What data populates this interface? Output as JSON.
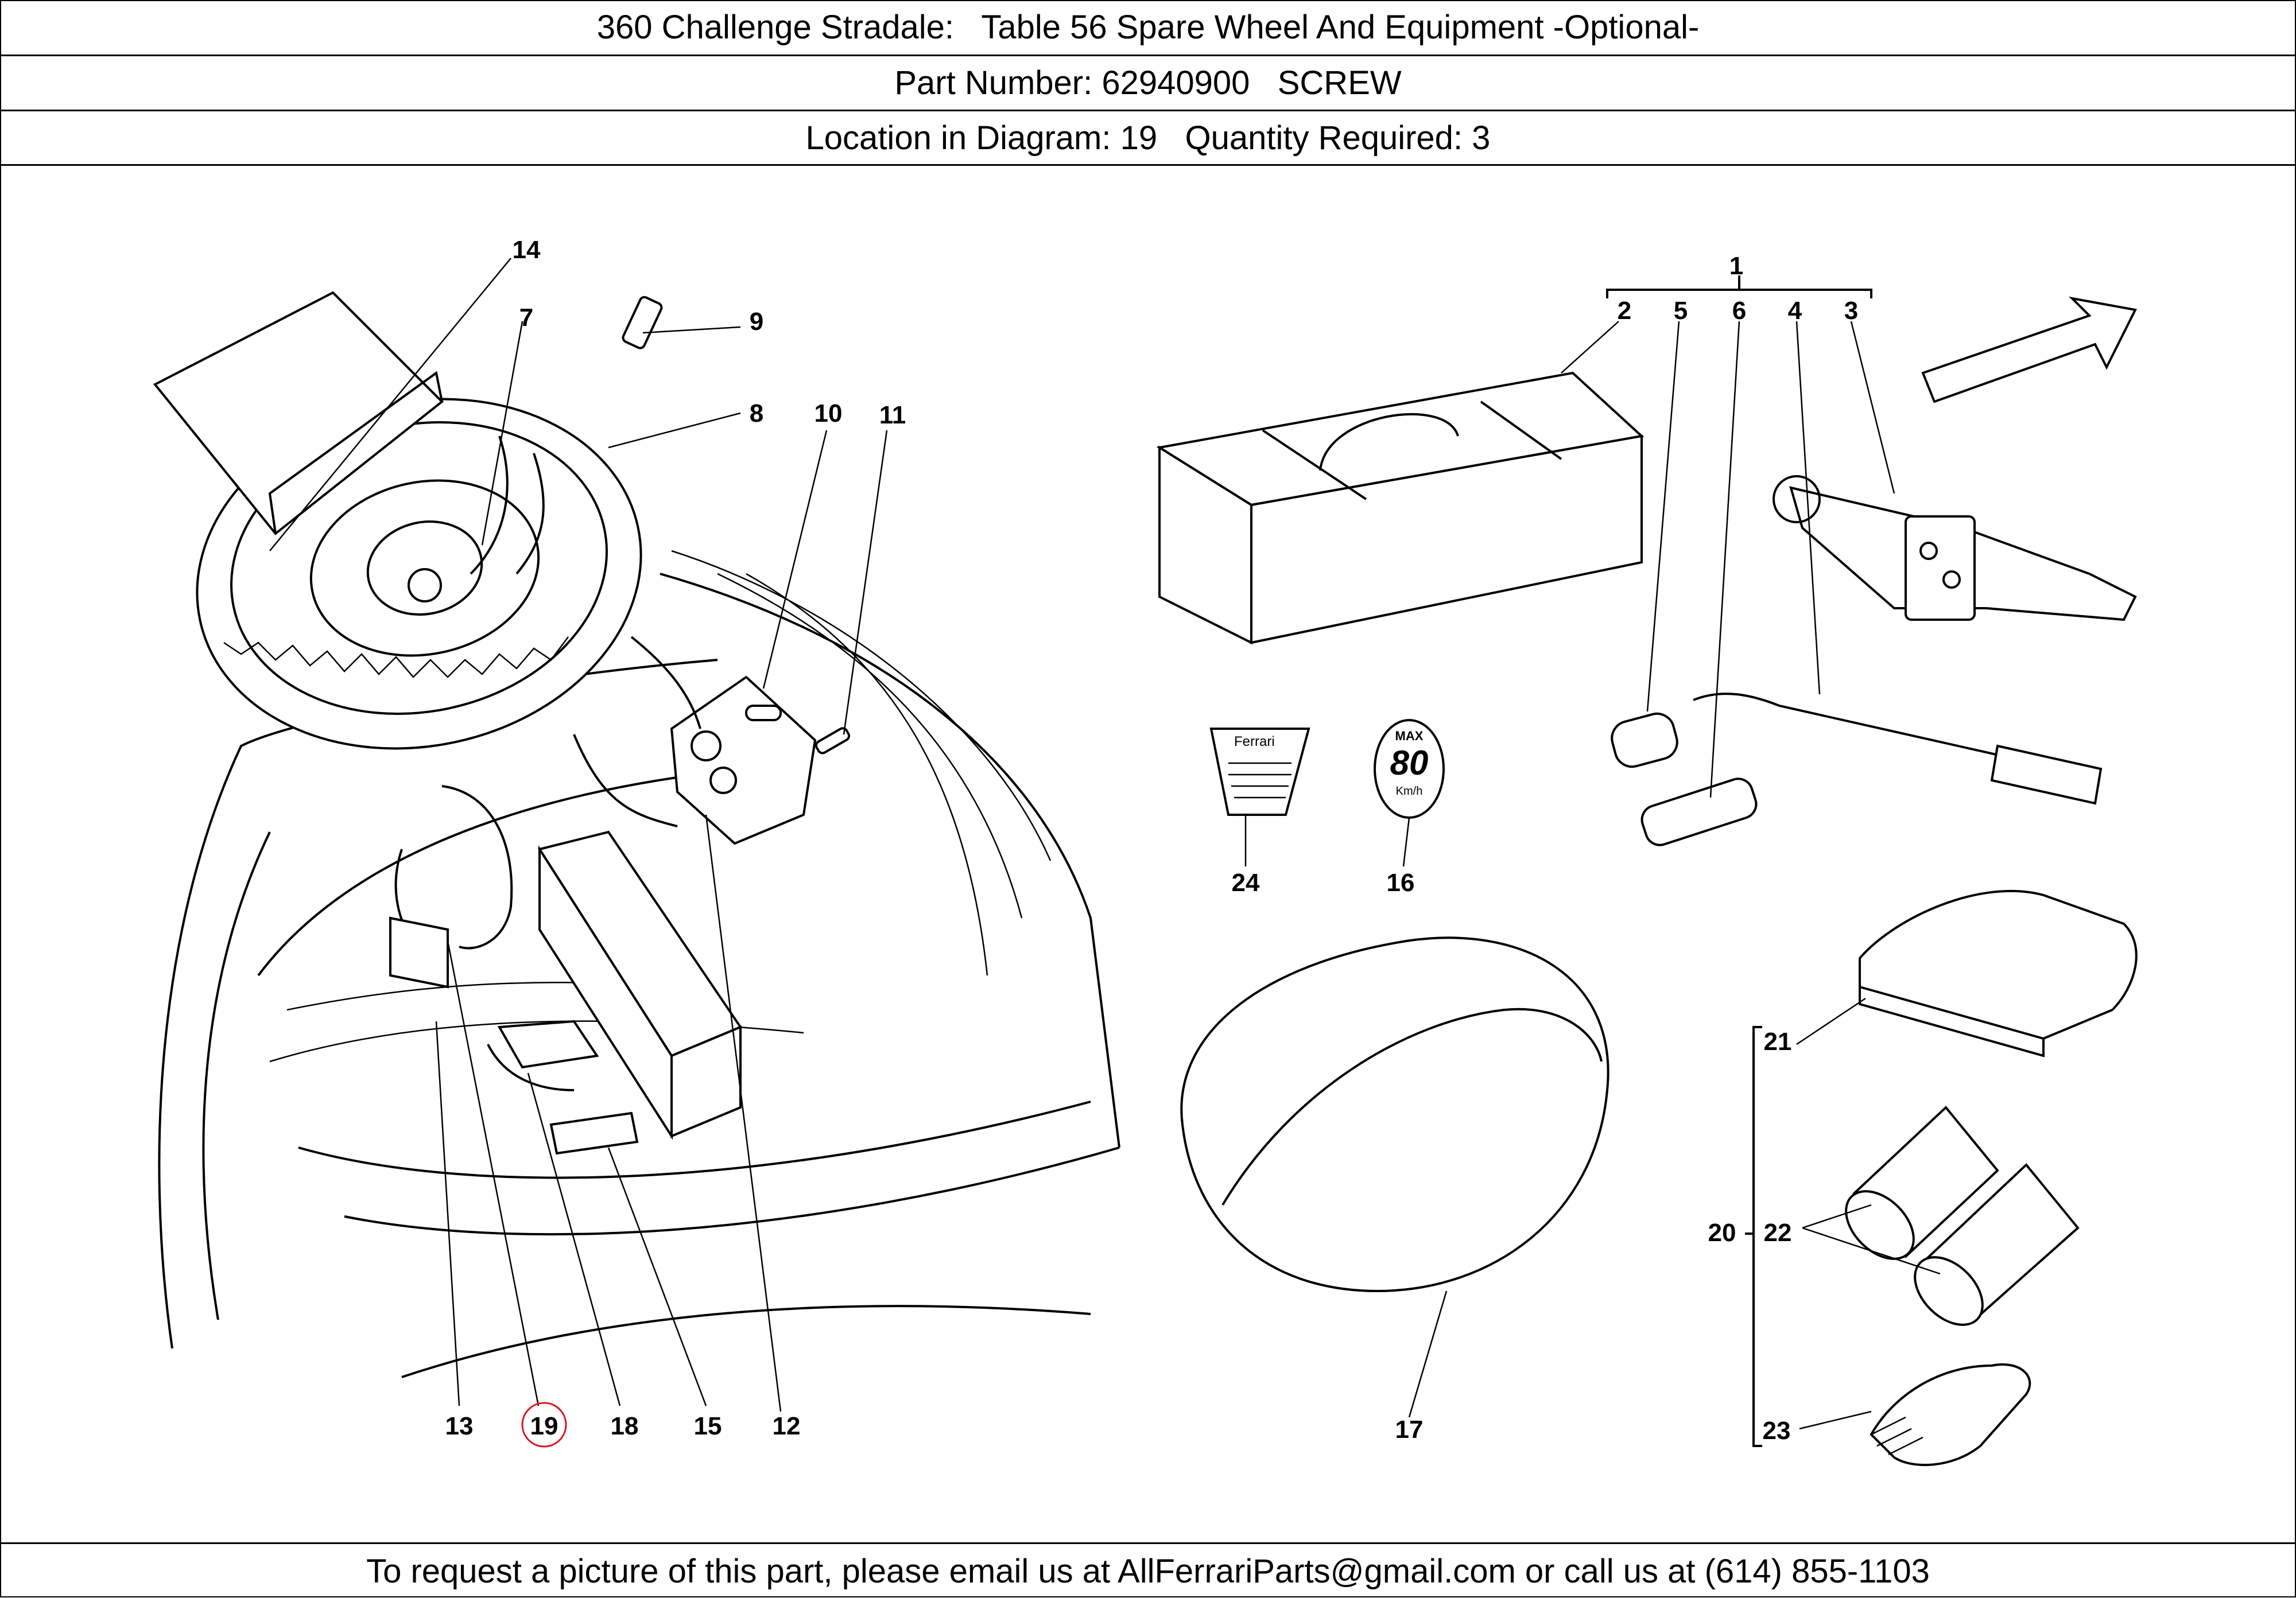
{
  "header": {
    "title_line": "360 Challenge Stradale:   Table 56 Spare Wheel And Equipment -Optional-",
    "part_line": "Part Number: 62940900   SCREW",
    "location_line": "Location in Diagram: 19   Quantity Required: 3"
  },
  "diagram": {
    "callouts": {
      "c1": "1",
      "c2": "2",
      "c3": "3",
      "c4": "4",
      "c5": "5",
      "c6": "6",
      "c7": "7",
      "c8": "8",
      "c9": "9",
      "c10": "10",
      "c11": "11",
      "c12": "12",
      "c13": "13",
      "c14": "14",
      "c15": "15",
      "c16": "16",
      "c17": "17",
      "c18": "18",
      "c19": "19",
      "c20": "20",
      "c21": "21",
      "c22": "22",
      "c23": "23",
      "c24": "24"
    },
    "highlighted_callout": "19",
    "highlight_color": "#e0141e",
    "speed_label": {
      "max": "MAX",
      "value": "80",
      "unit": "Km/h"
    },
    "decal_brand": "Ferrari"
  },
  "footer": {
    "text": "To request a picture of this part, please email us at AllFerrariParts@gmail.com or call us at (614) 855-1103"
  }
}
